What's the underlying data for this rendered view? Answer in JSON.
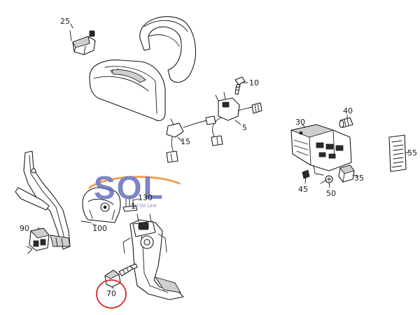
{
  "labels": {
    "p25": "25",
    "p10": "10",
    "p5": "5",
    "p15": "15",
    "p30": "30",
    "p40": "40",
    "p55": "55",
    "p35": "35",
    "p45": "45",
    "p50": "50",
    "p130": "130",
    "p1": "1",
    "p90": "90",
    "p100": "100",
    "p70": "70"
  },
  "watermark": {
    "logo": "SOL",
    "tagline": "Sol On Line"
  },
  "colors": {
    "highlight_circle": "#e0201c",
    "watermark_blue": "#5b67b8",
    "watermark_orange": "#f08a2a",
    "line": "#1a1a1a"
  }
}
